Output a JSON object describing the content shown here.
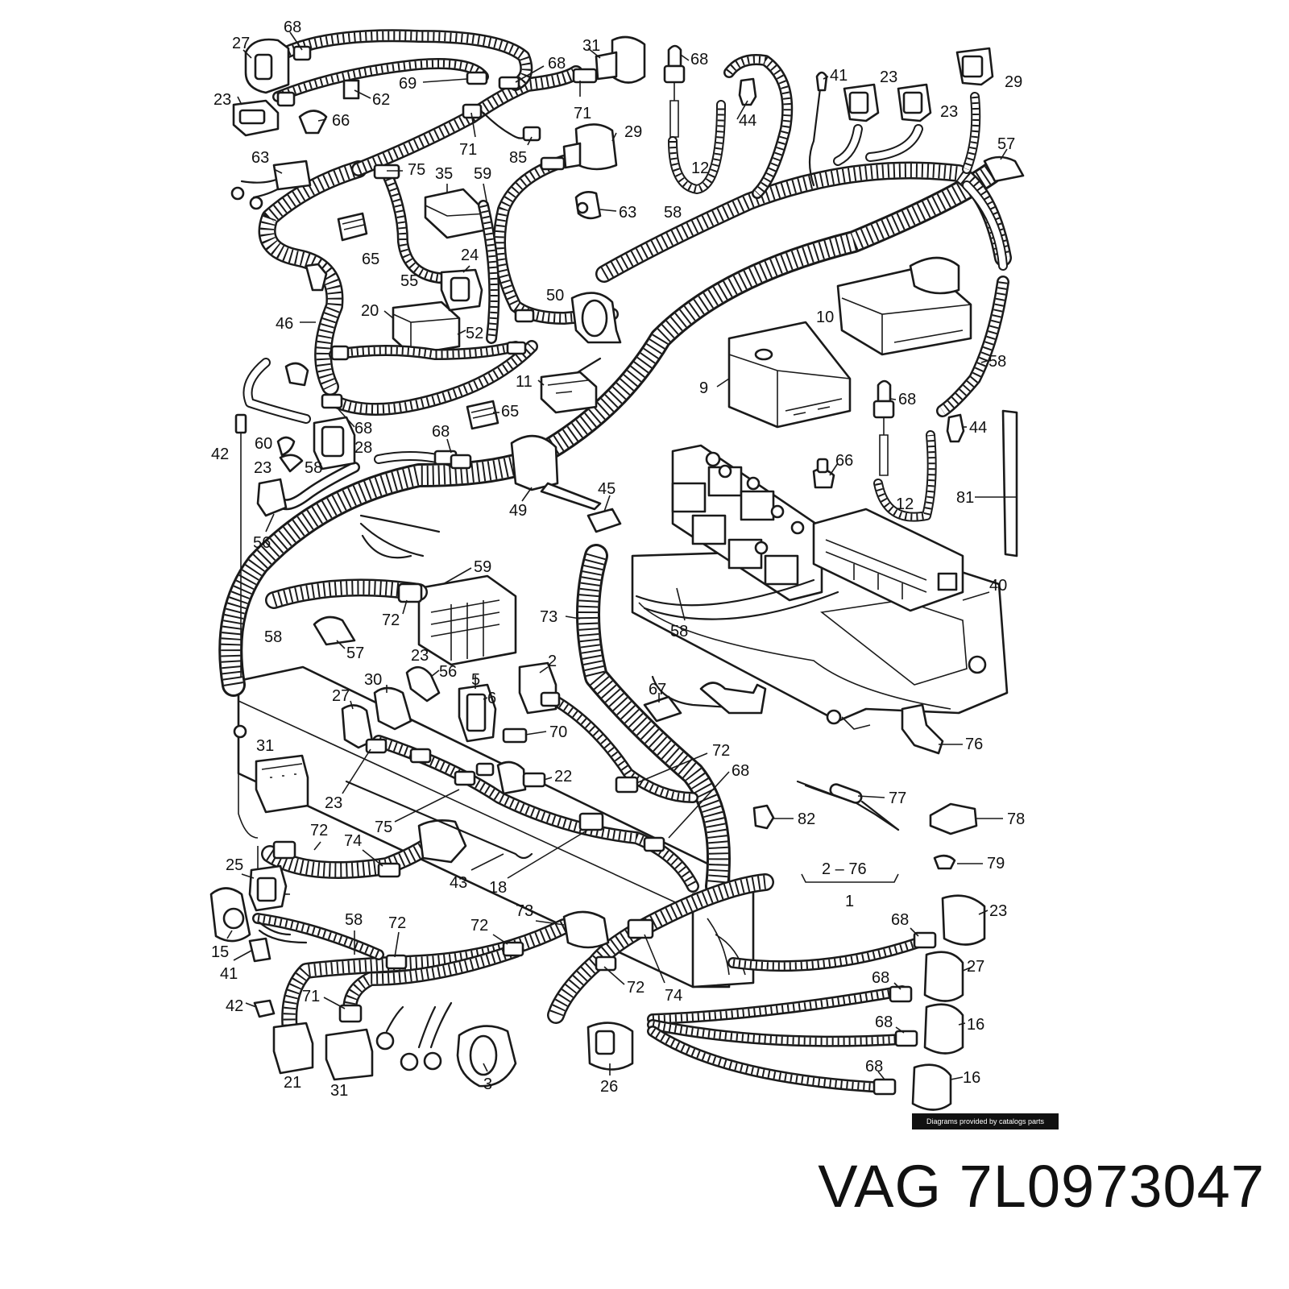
{
  "diagram": {
    "callouts": [
      {
        "text": "68"
      },
      {
        "text": "27"
      },
      {
        "text": "23"
      },
      {
        "text": "69"
      },
      {
        "text": "68"
      },
      {
        "text": "31"
      },
      {
        "text": "62"
      },
      {
        "text": "66"
      },
      {
        "text": "71"
      },
      {
        "text": "71"
      },
      {
        "text": "29"
      },
      {
        "text": "85"
      },
      {
        "text": "63"
      },
      {
        "text": "75"
      },
      {
        "text": "35"
      },
      {
        "text": "59"
      },
      {
        "text": "68"
      },
      {
        "text": "44"
      },
      {
        "text": "12"
      },
      {
        "text": "41"
      },
      {
        "text": "23"
      },
      {
        "text": "23"
      },
      {
        "text": "29"
      },
      {
        "text": "57"
      },
      {
        "text": "63"
      },
      {
        "text": "58"
      },
      {
        "text": "65"
      },
      {
        "text": "24"
      },
      {
        "text": "55"
      },
      {
        "text": "50"
      },
      {
        "text": "20"
      },
      {
        "text": "52"
      },
      {
        "text": "46"
      },
      {
        "text": "10"
      },
      {
        "text": "58"
      },
      {
        "text": "11"
      },
      {
        "text": "9"
      },
      {
        "text": "68"
      },
      {
        "text": "44"
      },
      {
        "text": "68"
      },
      {
        "text": "28"
      },
      {
        "text": "65"
      },
      {
        "text": "68"
      },
      {
        "text": "60"
      },
      {
        "text": "42"
      },
      {
        "text": "23"
      },
      {
        "text": "58"
      },
      {
        "text": "66"
      },
      {
        "text": "45"
      },
      {
        "text": "49"
      },
      {
        "text": "12"
      },
      {
        "text": "81"
      },
      {
        "text": "56"
      },
      {
        "text": "59"
      },
      {
        "text": "40"
      },
      {
        "text": "72"
      },
      {
        "text": "73"
      },
      {
        "text": "58"
      },
      {
        "text": "58"
      },
      {
        "text": "57"
      },
      {
        "text": "23"
      },
      {
        "text": "56"
      },
      {
        "text": "2"
      },
      {
        "text": "30"
      },
      {
        "text": "5"
      },
      {
        "text": "27"
      },
      {
        "text": "6"
      },
      {
        "text": "67"
      },
      {
        "text": "70"
      },
      {
        "text": "31"
      },
      {
        "text": "76"
      },
      {
        "text": "72"
      },
      {
        "text": "68"
      },
      {
        "text": "22"
      },
      {
        "text": "23"
      },
      {
        "text": "77"
      },
      {
        "text": "75"
      },
      {
        "text": "82"
      },
      {
        "text": "78"
      },
      {
        "text": "72"
      },
      {
        "text": "74"
      },
      {
        "text": "79"
      },
      {
        "text": "2 – 76"
      },
      {
        "text": "1"
      },
      {
        "text": "43"
      },
      {
        "text": "18"
      },
      {
        "text": "25"
      },
      {
        "text": "58"
      },
      {
        "text": "72"
      },
      {
        "text": "72"
      },
      {
        "text": "73"
      },
      {
        "text": "23"
      },
      {
        "text": "68"
      },
      {
        "text": "15"
      },
      {
        "text": "27"
      },
      {
        "text": "41"
      },
      {
        "text": "72"
      },
      {
        "text": "74"
      },
      {
        "text": "68"
      },
      {
        "text": "42"
      },
      {
        "text": "71"
      },
      {
        "text": "16"
      },
      {
        "text": "68"
      },
      {
        "text": "68"
      },
      {
        "text": "16"
      },
      {
        "text": "21"
      },
      {
        "text": "31"
      },
      {
        "text": "3"
      },
      {
        "text": "26"
      }
    ]
  },
  "credit": "Diagrams provided by catalogs parts",
  "part_code": "VAG 7L0973047"
}
